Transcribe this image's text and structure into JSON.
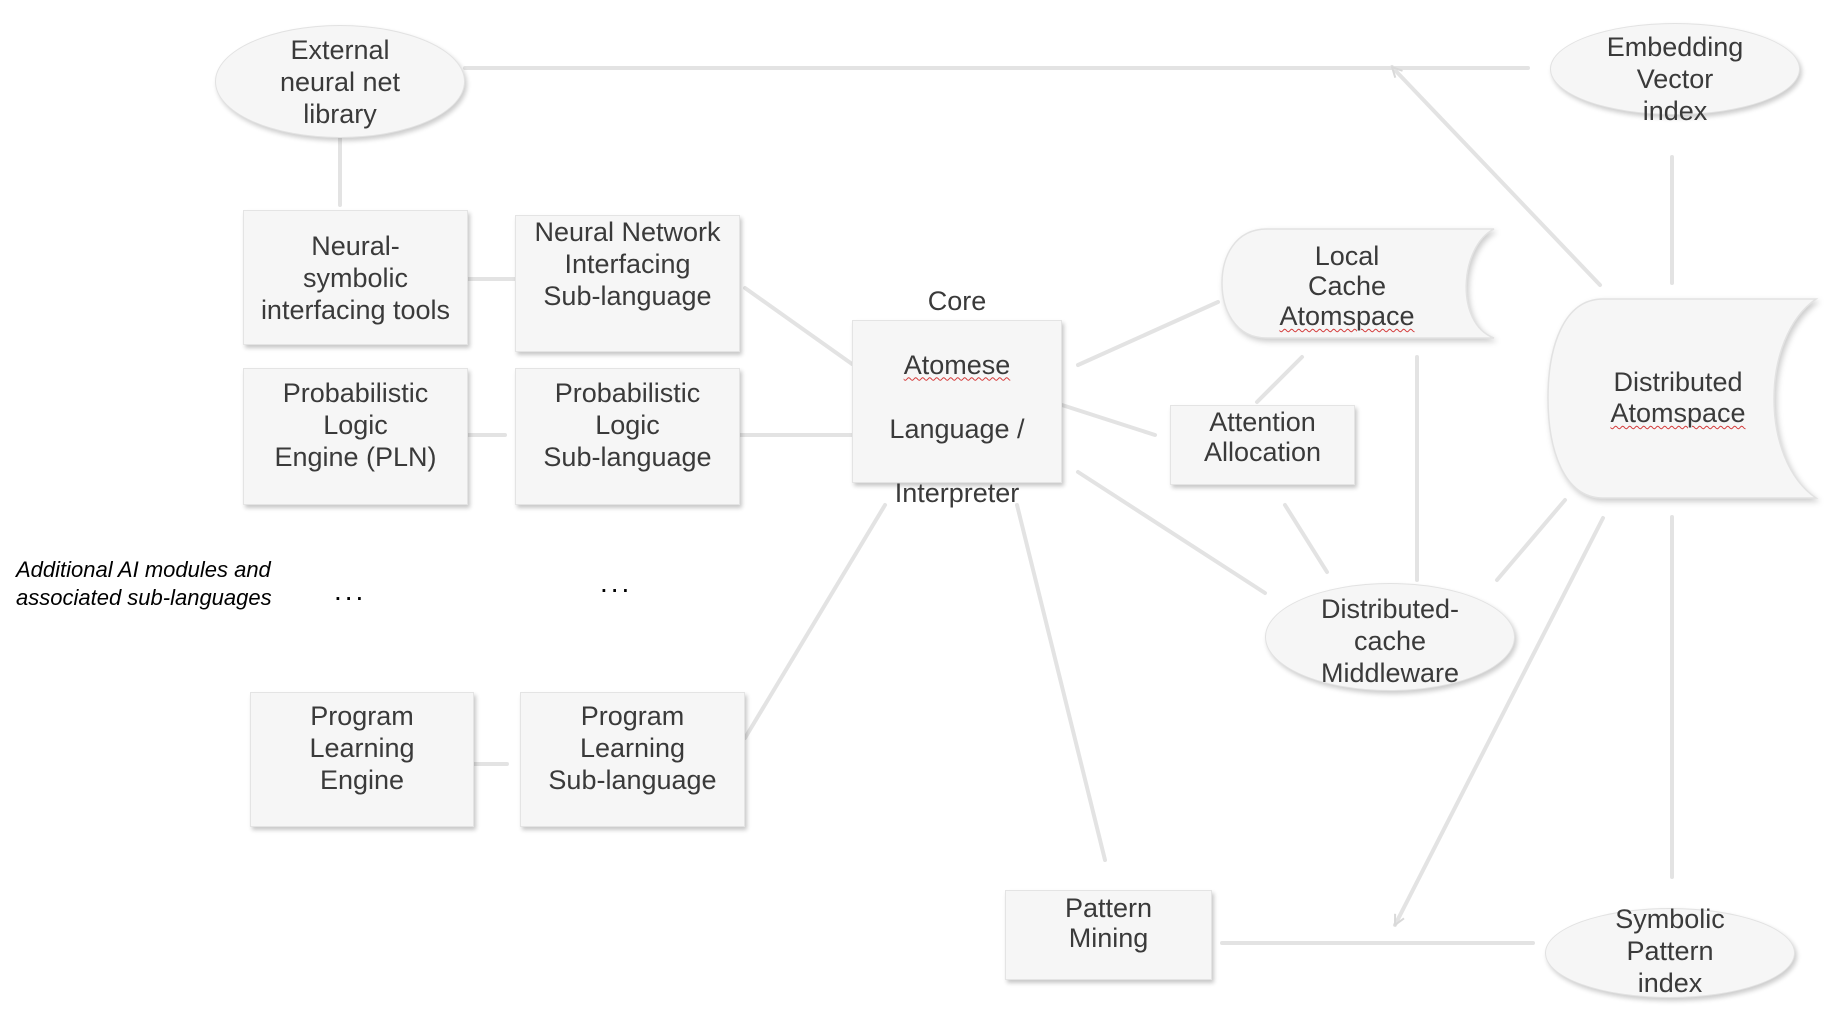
{
  "nodes": {
    "external_nn_library": "External\nneural net\nlibrary",
    "embedding_vector_index": "Embedding\nVector\nindex",
    "neural_symbolic_tools": "Neural-\nsymbolic\ninterfacing tools",
    "nn_interfacing_sublanguage": "Neural Network\nInterfacing\nSub-language",
    "pln_engine": "Probabilistic\nLogic\nEngine (PLN)",
    "pln_sublanguage": "Probabilistic\nLogic\nSub-language",
    "core_interpreter": {
      "line1": "Core",
      "line2": "Atomese",
      "line3": "Language /",
      "line4": "Interpreter"
    },
    "local_cache": {
      "line1": "Local",
      "line2": "Cache",
      "line3": "Atomspace"
    },
    "attention_allocation": "Attention\nAllocation",
    "distributed_atomspace": {
      "line1": "Distributed",
      "line2": "Atomspace"
    },
    "distributed_cache_middleware": "Distributed-\ncache\nMiddleware",
    "program_learning_engine": "Program\nLearning\nEngine",
    "program_learning_sublanguage": "Program\nLearning\nSub-language",
    "pattern_mining": "Pattern\nMining",
    "symbolic_pattern_index": "Symbolic\nPattern\nindex"
  },
  "annotations": {
    "additional_modules": "Additional AI modules and\nassociated sub-languages",
    "ellipsis_left": "...",
    "ellipsis_right": "..."
  },
  "colors": {
    "node_fill": "#f6f6f6",
    "node_border": "#e4e4e4",
    "connector": "#e3e3e3",
    "text": "#3a3a3a",
    "spellcheck_underline": "#d43a3a"
  }
}
